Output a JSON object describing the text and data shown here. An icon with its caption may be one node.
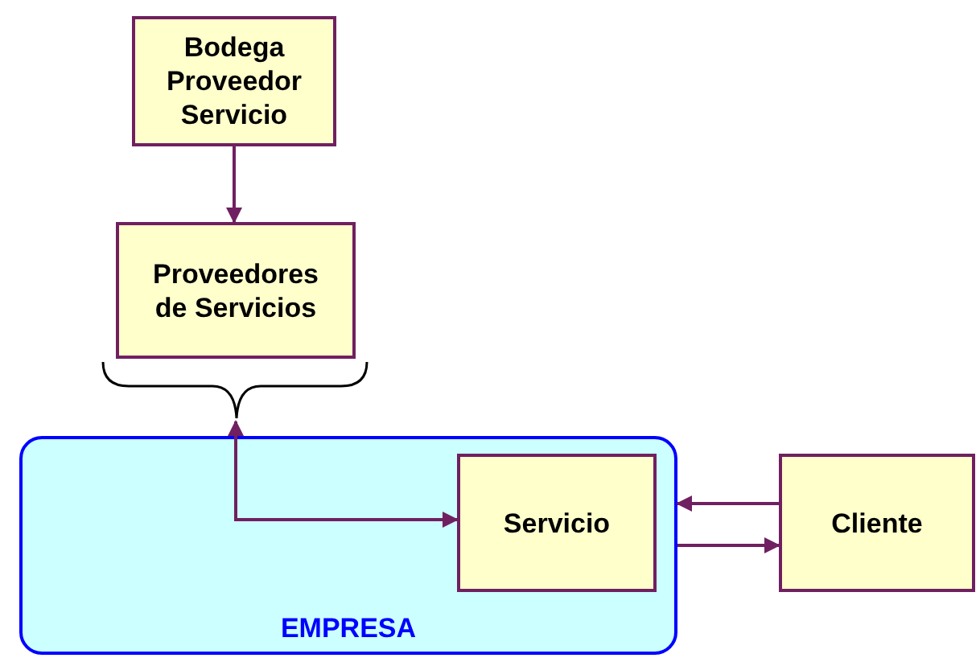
{
  "diagram": {
    "nodes": [
      {
        "text": [
          "Bodega Proveedor Servicio"
        ]
      },
      {
        "text": [
          "Proveedores de Servicios"
        ]
      },
      {
        "text": [
          "EMPRESA"
        ]
      },
      {
        "text": [
          "Servicio"
        ],
        "in": 2
      },
      {
        "text": [
          "Cliente"
        ]
      }
    ],
    "edges": [
      {
        "from": 0,
        "to": 1,
        "arrow": "to"
      },
      {
        "from": 1,
        "to": 3,
        "arrow": "both"
      },
      {
        "from": 4,
        "to": 2,
        "arrow": "to"
      },
      {
        "from": 2,
        "to": 4,
        "arrow": "to"
      }
    ]
  }
}
